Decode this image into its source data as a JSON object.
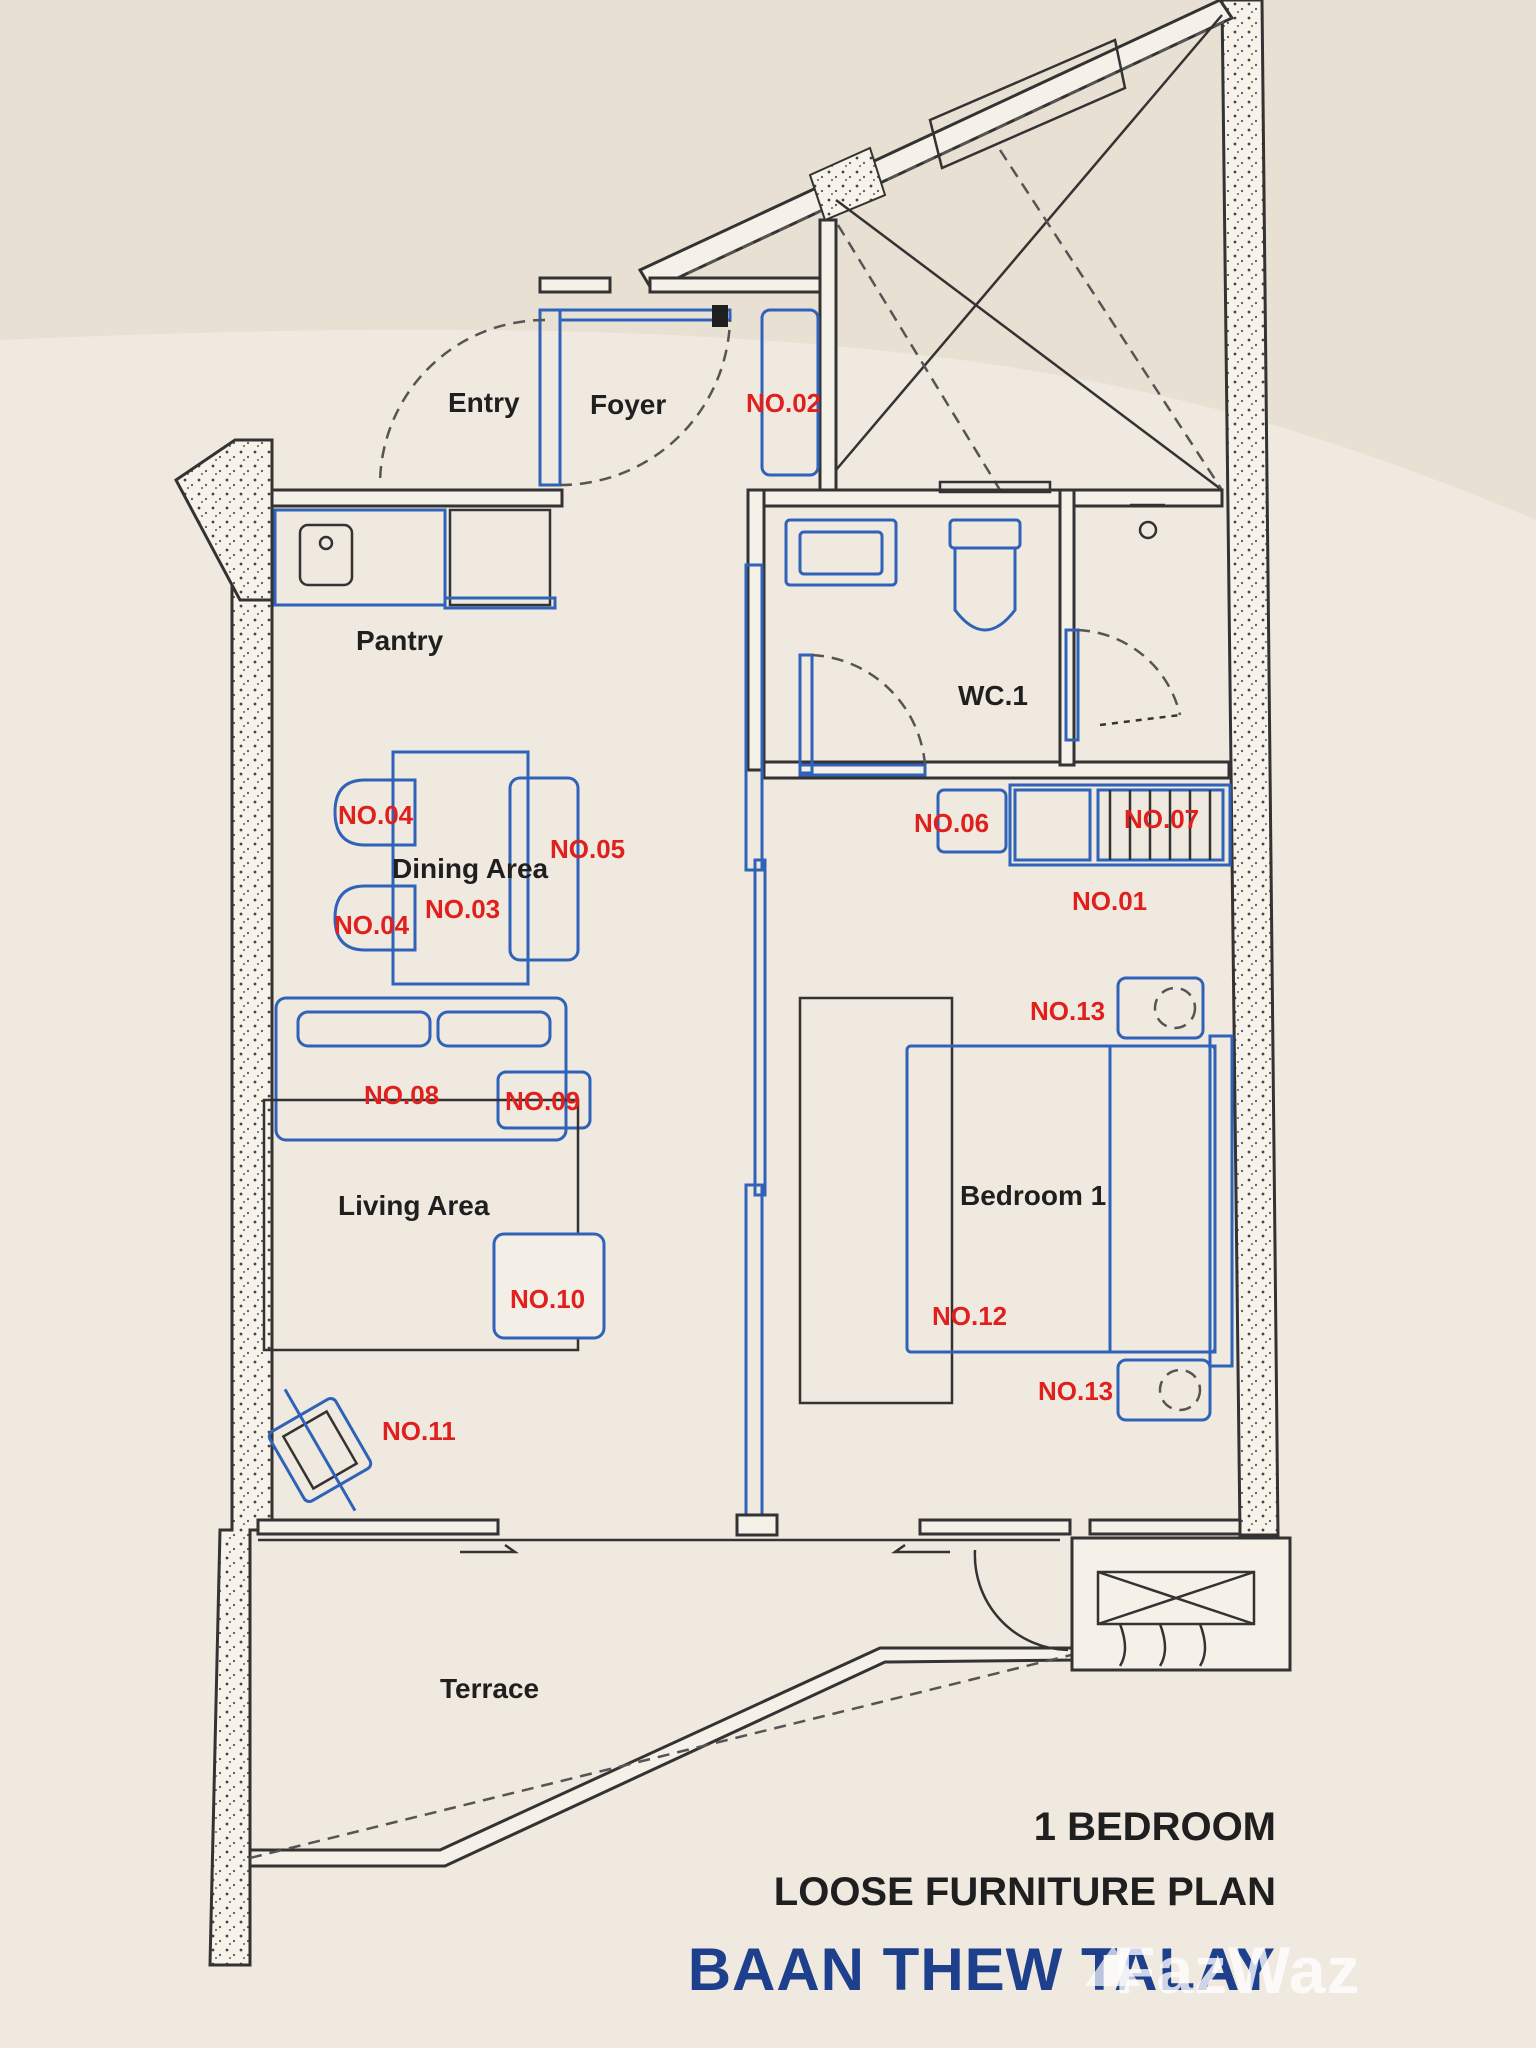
{
  "rooms": {
    "entry": "Entry",
    "foyer": "Foyer",
    "pantry": "Pantry",
    "dining": "Dining Area",
    "living": "Living Area",
    "wc": "WC.1",
    "bedroom": "Bedroom 1",
    "terrace": "Terrace"
  },
  "items": {
    "no01": "NO.01",
    "no02": "NO.02",
    "no03": "NO.03",
    "no04a": "NO.04",
    "no04b": "NO.04",
    "no05": "NO.05",
    "no06": "NO.06",
    "no07": "NO.07",
    "no08": "NO.08",
    "no09": "NO.09",
    "no10": "NO.10",
    "no11": "NO.11",
    "no12": "NO.12",
    "no13a": "NO.13",
    "no13b": "NO.13"
  },
  "title": {
    "line1": "1 BEDROOM",
    "line2": "LOOSE FURNITURE PLAN",
    "line3": "BAAN THEW TALAY"
  },
  "watermark": "FazWaz",
  "colors": {
    "furniture": "#2f62b8",
    "labels": "#e0201d",
    "walls": "#333333",
    "brand": "#1e3f8c"
  }
}
